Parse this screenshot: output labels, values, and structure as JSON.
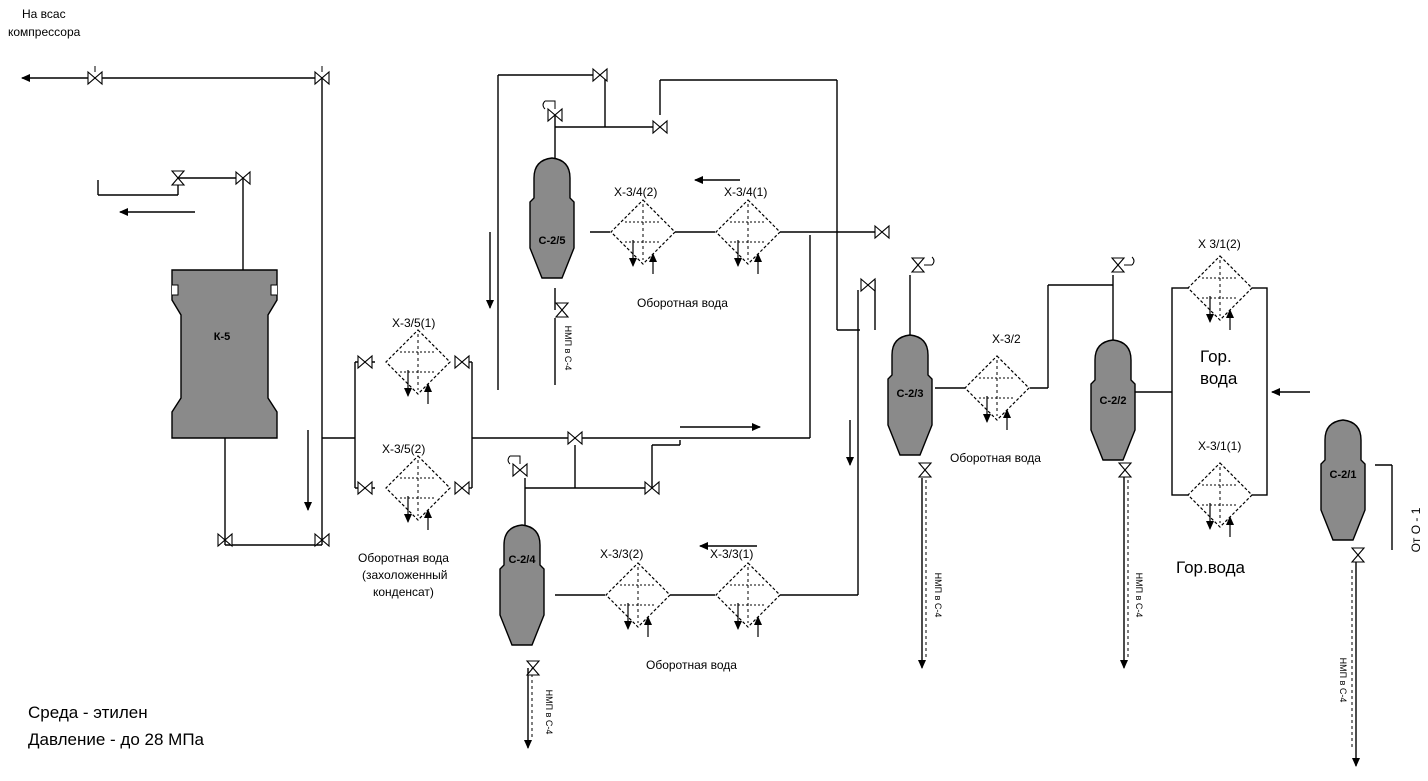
{
  "labels": {
    "suction_line1": "На всас",
    "suction_line2": "компрессора",
    "medium": "Среда - этилен",
    "pressure": "Давление - до 28 МПа",
    "cw": "Оборотная вода",
    "cw_cond1": "Оборотная вода",
    "cw_cond2": "(захоложенный",
    "cw_cond3": "конденсат)",
    "hot_water_split1": "Гор.",
    "hot_water_split2": "вода",
    "hot_water": "Гор.вода",
    "from_o1": "От О - 1",
    "nmp_c4": "НМП в С-4"
  },
  "vessels": {
    "k5": "К-5",
    "c25": "С-2/5",
    "c24": "С-2/4",
    "c23": "С-2/3",
    "c22": "С-2/2",
    "c21": "С-2/1"
  },
  "exchangers": {
    "x351": "Х-3/5(1)",
    "x352": "Х-3/5(2)",
    "x342": "Х-3/4(2)",
    "x341": "Х-3/4(1)",
    "x332": "Х-3/3(2)",
    "x331": "Х-3/3(1)",
    "x32": "Х-3/2",
    "x312": "Х 3/1(2)",
    "x311": "Х-3/1(1)"
  }
}
